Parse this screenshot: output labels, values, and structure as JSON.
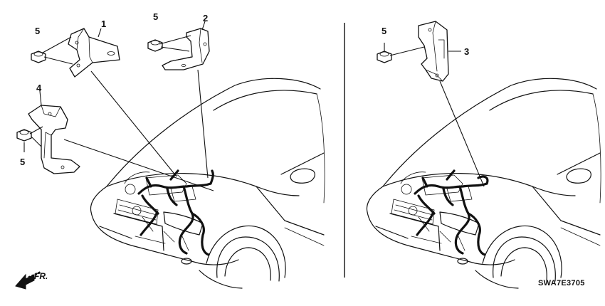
{
  "callouts": {
    "c1": "1",
    "c2": "2",
    "c3": "3",
    "c4": "4",
    "c5a": "5",
    "c5b": "5",
    "c5c": "5",
    "c5d": "5"
  },
  "front_indicator": {
    "label": "FR."
  },
  "diagram_code": "SWA7E3705"
}
